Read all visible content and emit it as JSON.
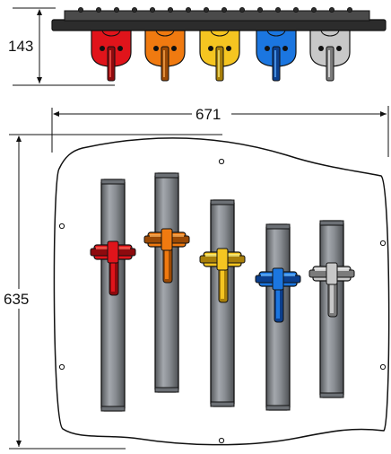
{
  "dimensions": {
    "top_height": "143",
    "width": "671",
    "height": "635"
  },
  "colors": {
    "panel_fill": "#ffffff",
    "outline": "#111111",
    "tube_dark": "#5e6166",
    "tube_mid": "#8d9196",
    "tube_light": "#b5b9be",
    "top_bar": "#3a3a3a"
  },
  "sliders": [
    {
      "color_name": "red",
      "color": "#e0141b",
      "shade": "#8e0a0e",
      "light": "#ff5a50"
    },
    {
      "color_name": "orange",
      "color": "#f07a10",
      "shade": "#9b4a05",
      "light": "#ffae55"
    },
    {
      "color_name": "yellow",
      "color": "#f5c521",
      "shade": "#a9800a",
      "light": "#fff07a"
    },
    {
      "color_name": "blue",
      "color": "#1b76e0",
      "shade": "#0b3f8e",
      "light": "#5fb0ff"
    },
    {
      "color_name": "silver",
      "color": "#c8c8c8",
      "shade": "#7b7b7b",
      "light": "#f4f4f4"
    }
  ]
}
